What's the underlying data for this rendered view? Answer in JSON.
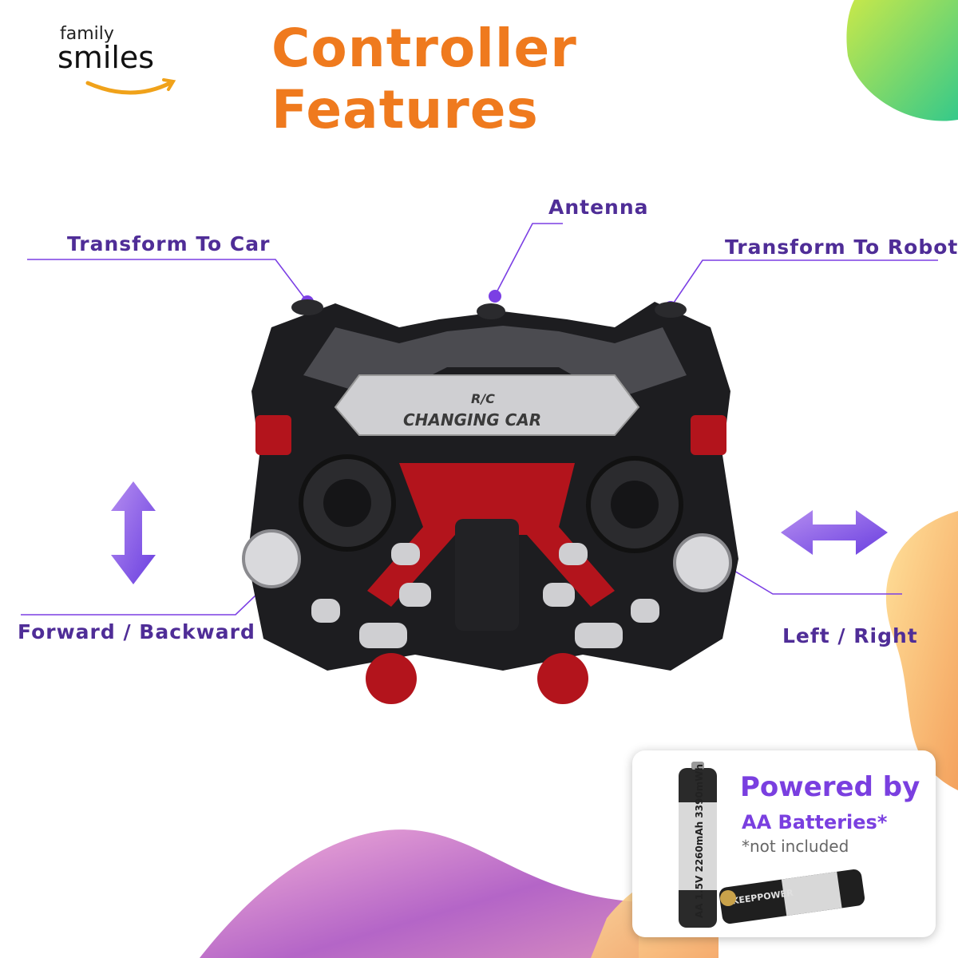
{
  "logo": {
    "line1": "family",
    "line2": "smiles"
  },
  "title": "Controller Features",
  "callouts": {
    "antenna": "Antenna",
    "transform_car": "Transform To Car",
    "transform_robot": "Transform To Robot",
    "forward_backward": "Forward / Backward",
    "left_right": "Left / Right"
  },
  "controller_panel": {
    "line1": "R/C",
    "line2": "CHANGING CAR"
  },
  "battery": {
    "line1": "Powered by",
    "line2": "AA Batteries*",
    "line3": "*not included",
    "brand": "KEEPPOWER",
    "spec": "AA 1.5V 2260mAh 3390mWh"
  },
  "colors": {
    "title": "#ef7a1e",
    "label": "#4f2d97",
    "callout_line": "#7b3fe4",
    "arrow": "#8a63e8",
    "battery_text": "#7a3fe0"
  }
}
